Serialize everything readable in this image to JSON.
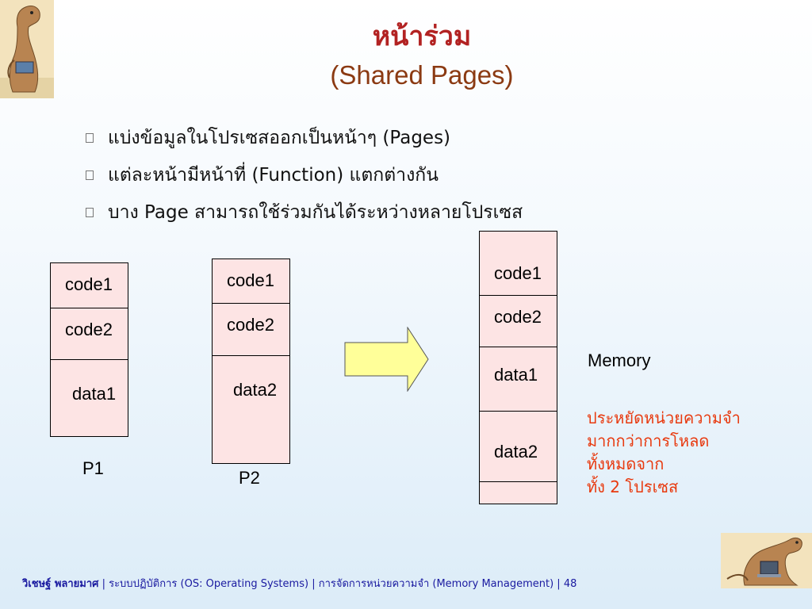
{
  "slide": {
    "title_thai": "หน้าร่วม",
    "title_english": "(Shared Pages)"
  },
  "bullets": [
    "แบ่งข้อมูลในโปรเซสออกเป็นหน้าๆ (Pages)",
    "แต่ละหน้ามีหน้าที่ (Function) แตกต่างกัน",
    "บาง Page สามารถใช้ร่วมกันได้ระหว่างหลายโปรเซส"
  ],
  "diagram": {
    "p1": {
      "label": "P1",
      "segments": [
        "code1",
        "code2",
        "data1"
      ]
    },
    "p2": {
      "label": "P2",
      "segments": [
        "code1",
        "code2",
        "data2"
      ]
    },
    "memory": {
      "label": "Memory",
      "segments": [
        "code1",
        "code2",
        "data1",
        "data2"
      ]
    },
    "note_lines": [
      "ประหยัดหน่วยความจำ",
      "มากกว่าการโหลด",
      "ทั้งหมดจาก",
      "ทั้ง 2 โปรเซส"
    ]
  },
  "footer": {
    "author": "วิเชษฐ์ พลายมาศ",
    "course": "ระบบปฏิบัติการ (OS: Operating Systems)",
    "topic": "การจัดการหน่วยความจำ  (Memory Management)",
    "page": "48",
    "separator": "|"
  },
  "colors": {
    "title": "#b22222",
    "subtitle": "#8b3a12",
    "note": "#e8390e",
    "box_fill": "#fde4e4",
    "arrow_fill": "#ffff99",
    "footer": "#1a1aa0"
  },
  "icons": {
    "top_left": "dinosaur-illustration-icon",
    "bottom_right": "dinosaur-laptop-illustration-icon"
  }
}
